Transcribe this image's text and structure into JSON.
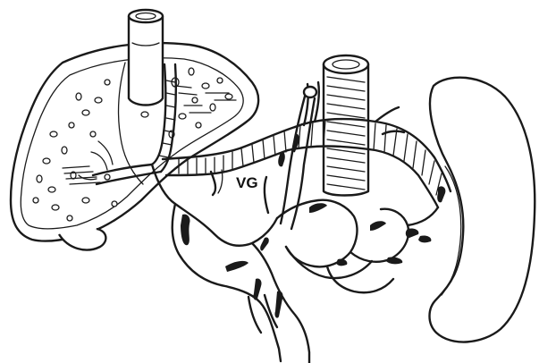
{
  "figure": {
    "background": "#ffffff",
    "line_color": "#1a1a1a",
    "labels": [
      {
        "id": "vg",
        "text": "VG"
      }
    ],
    "parts": [
      "liver",
      "inferior-vena-cava",
      "aorta",
      "spleen",
      "portal-vein",
      "stomach-and-varices"
    ]
  }
}
